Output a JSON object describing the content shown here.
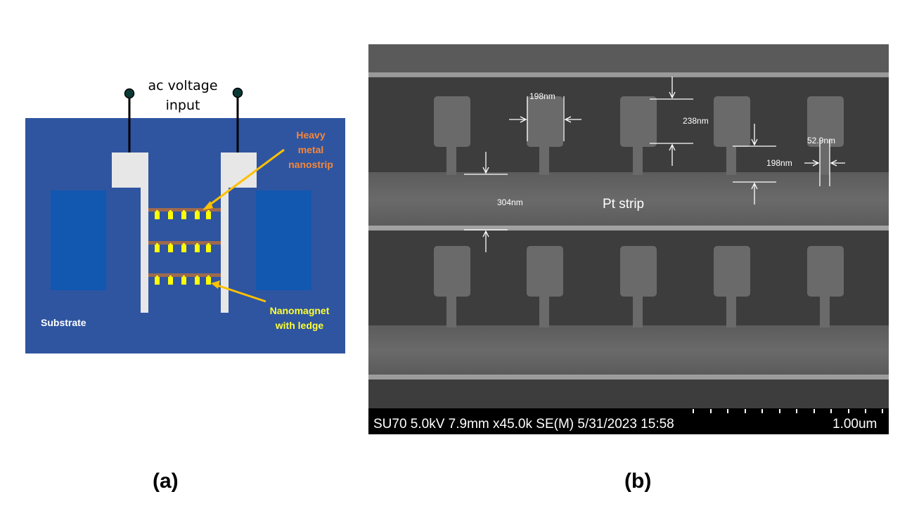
{
  "panel_a": {
    "input_label_line1": "ac voltage",
    "input_label_line2": "input",
    "heavy_metal_line1": "Heavy",
    "heavy_metal_line2": "metal",
    "heavy_metal_line3": "nanostrip",
    "nanomagnet_line1": "Nanomagnet",
    "nanomagnet_line2": "with ledge",
    "substrate_label": "Substrate",
    "colors": {
      "substrate": "#2f55a0",
      "electrode_pad": "#1257b0",
      "contact": "#e7e7e7",
      "strip": "#9e6a4e",
      "magnet": "#ffff00",
      "heavy_metal_text": "#f5873a",
      "nanomagnet_text": "#ffff33",
      "arrow": "#ffc000"
    }
  },
  "panel_b": {
    "strip_label": "Pt strip",
    "dims": {
      "d1": "198nm",
      "d2": "238nm",
      "d3": "52.9nm",
      "d4": "198nm",
      "d5": "304nm"
    },
    "info_bar": "SU70 5.0kV 7.9mm x45.0k SE(M) 5/31/2023 15:58",
    "scale_label": "1.00um"
  },
  "captions": {
    "a": "(a)",
    "b": "(b)"
  }
}
